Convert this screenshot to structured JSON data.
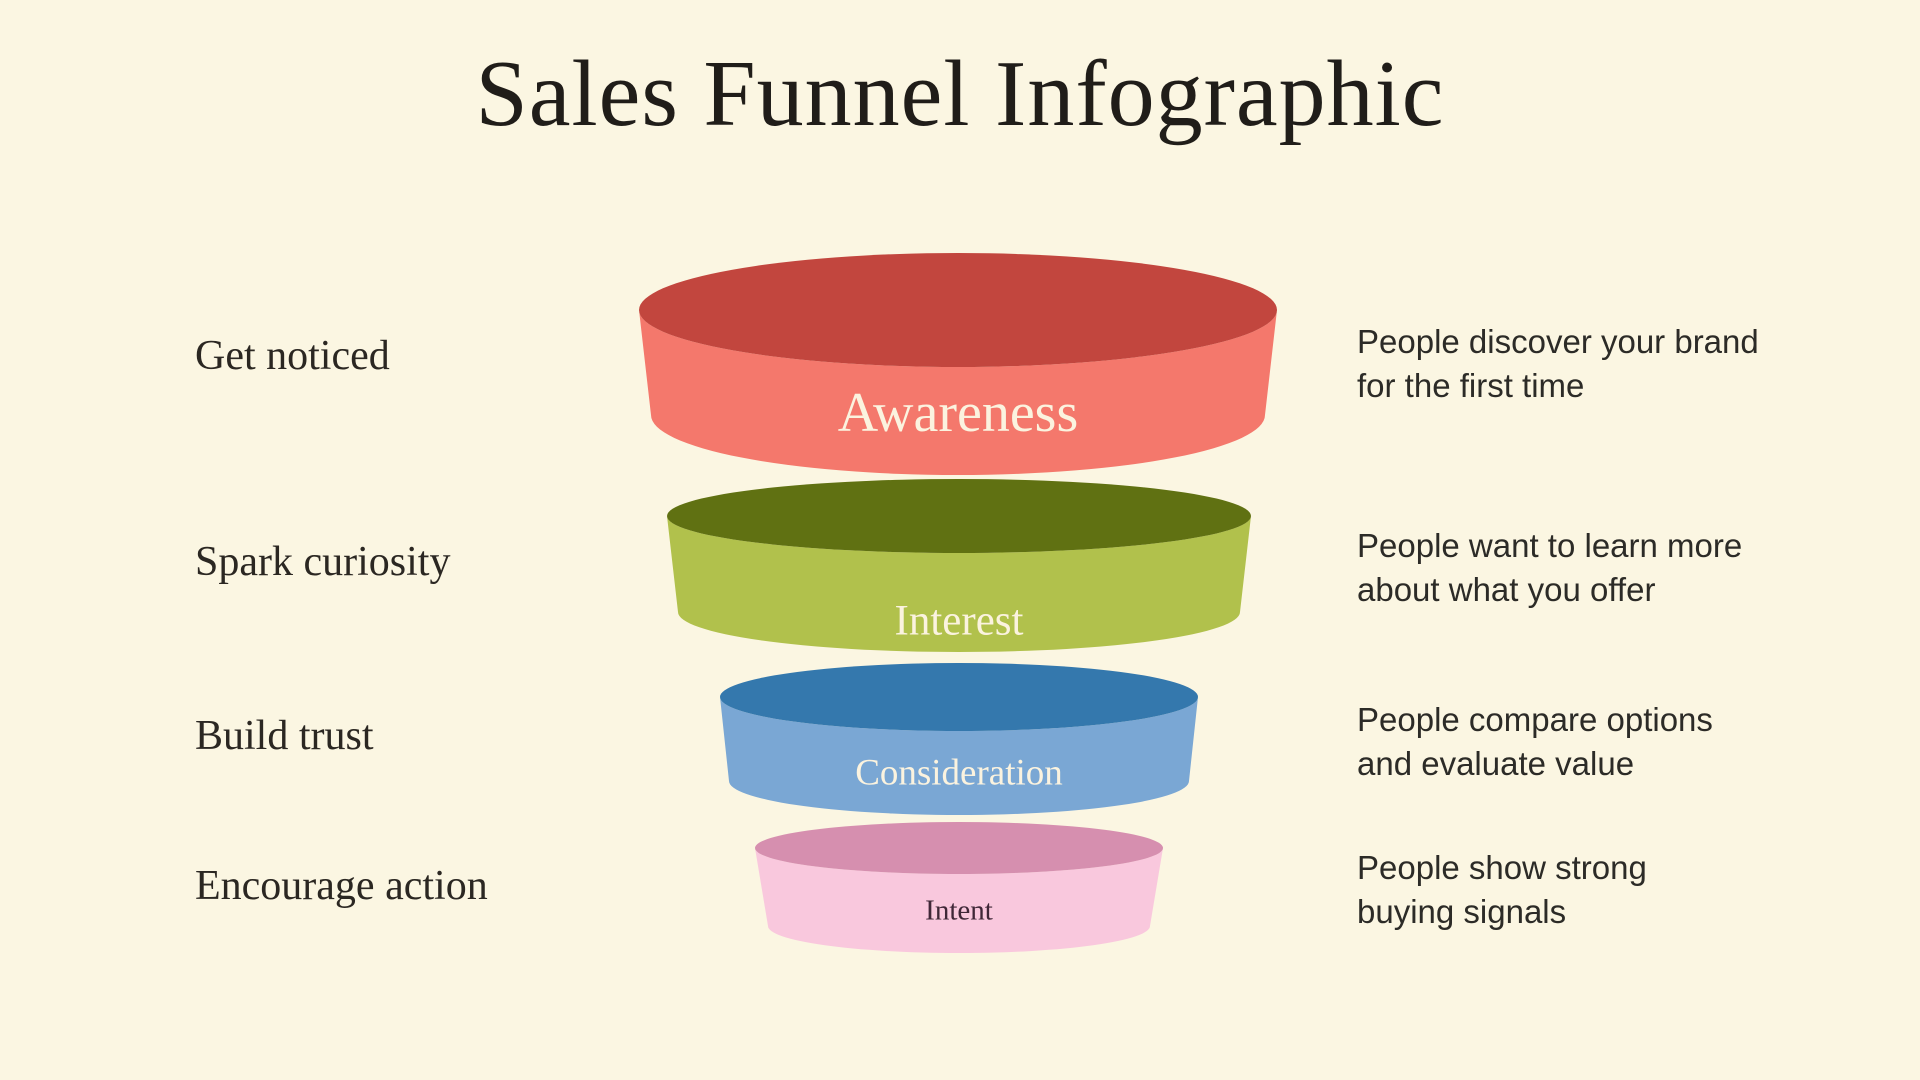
{
  "title": "Sales Funnel Infographic",
  "background_color": "#FBF6E2",
  "funnel": {
    "stages": [
      {
        "label": "Awareness",
        "left_note": "Get noticed",
        "description": "People discover your brand\nfor the first time",
        "top_color": "#C2463E",
        "body_color": "#F4786C",
        "label_color": "#FBF3DF"
      },
      {
        "label": "Interest",
        "left_note": "Spark curiosity",
        "description": "People want to learn more\nabout what you offer",
        "top_color": "#607112",
        "body_color": "#B1C14C",
        "label_color": "#FBF3DF"
      },
      {
        "label": "Consideration",
        "left_note": "Build trust",
        "description": "People compare options\nand evaluate value",
        "top_color": "#3478AD",
        "body_color": "#7AA7D4",
        "label_color": "#FBF3DF"
      },
      {
        "label": "Intent",
        "left_note": "Encourage action",
        "description": "People show strong\nbuying signals",
        "top_color": "#D68FAF",
        "body_color": "#F9C8DD",
        "label_color": "#3F2737"
      }
    ]
  },
  "text_colors": {
    "title": "#201D19",
    "left_notes": "#2B2722",
    "descriptions": "#2C2B27"
  }
}
